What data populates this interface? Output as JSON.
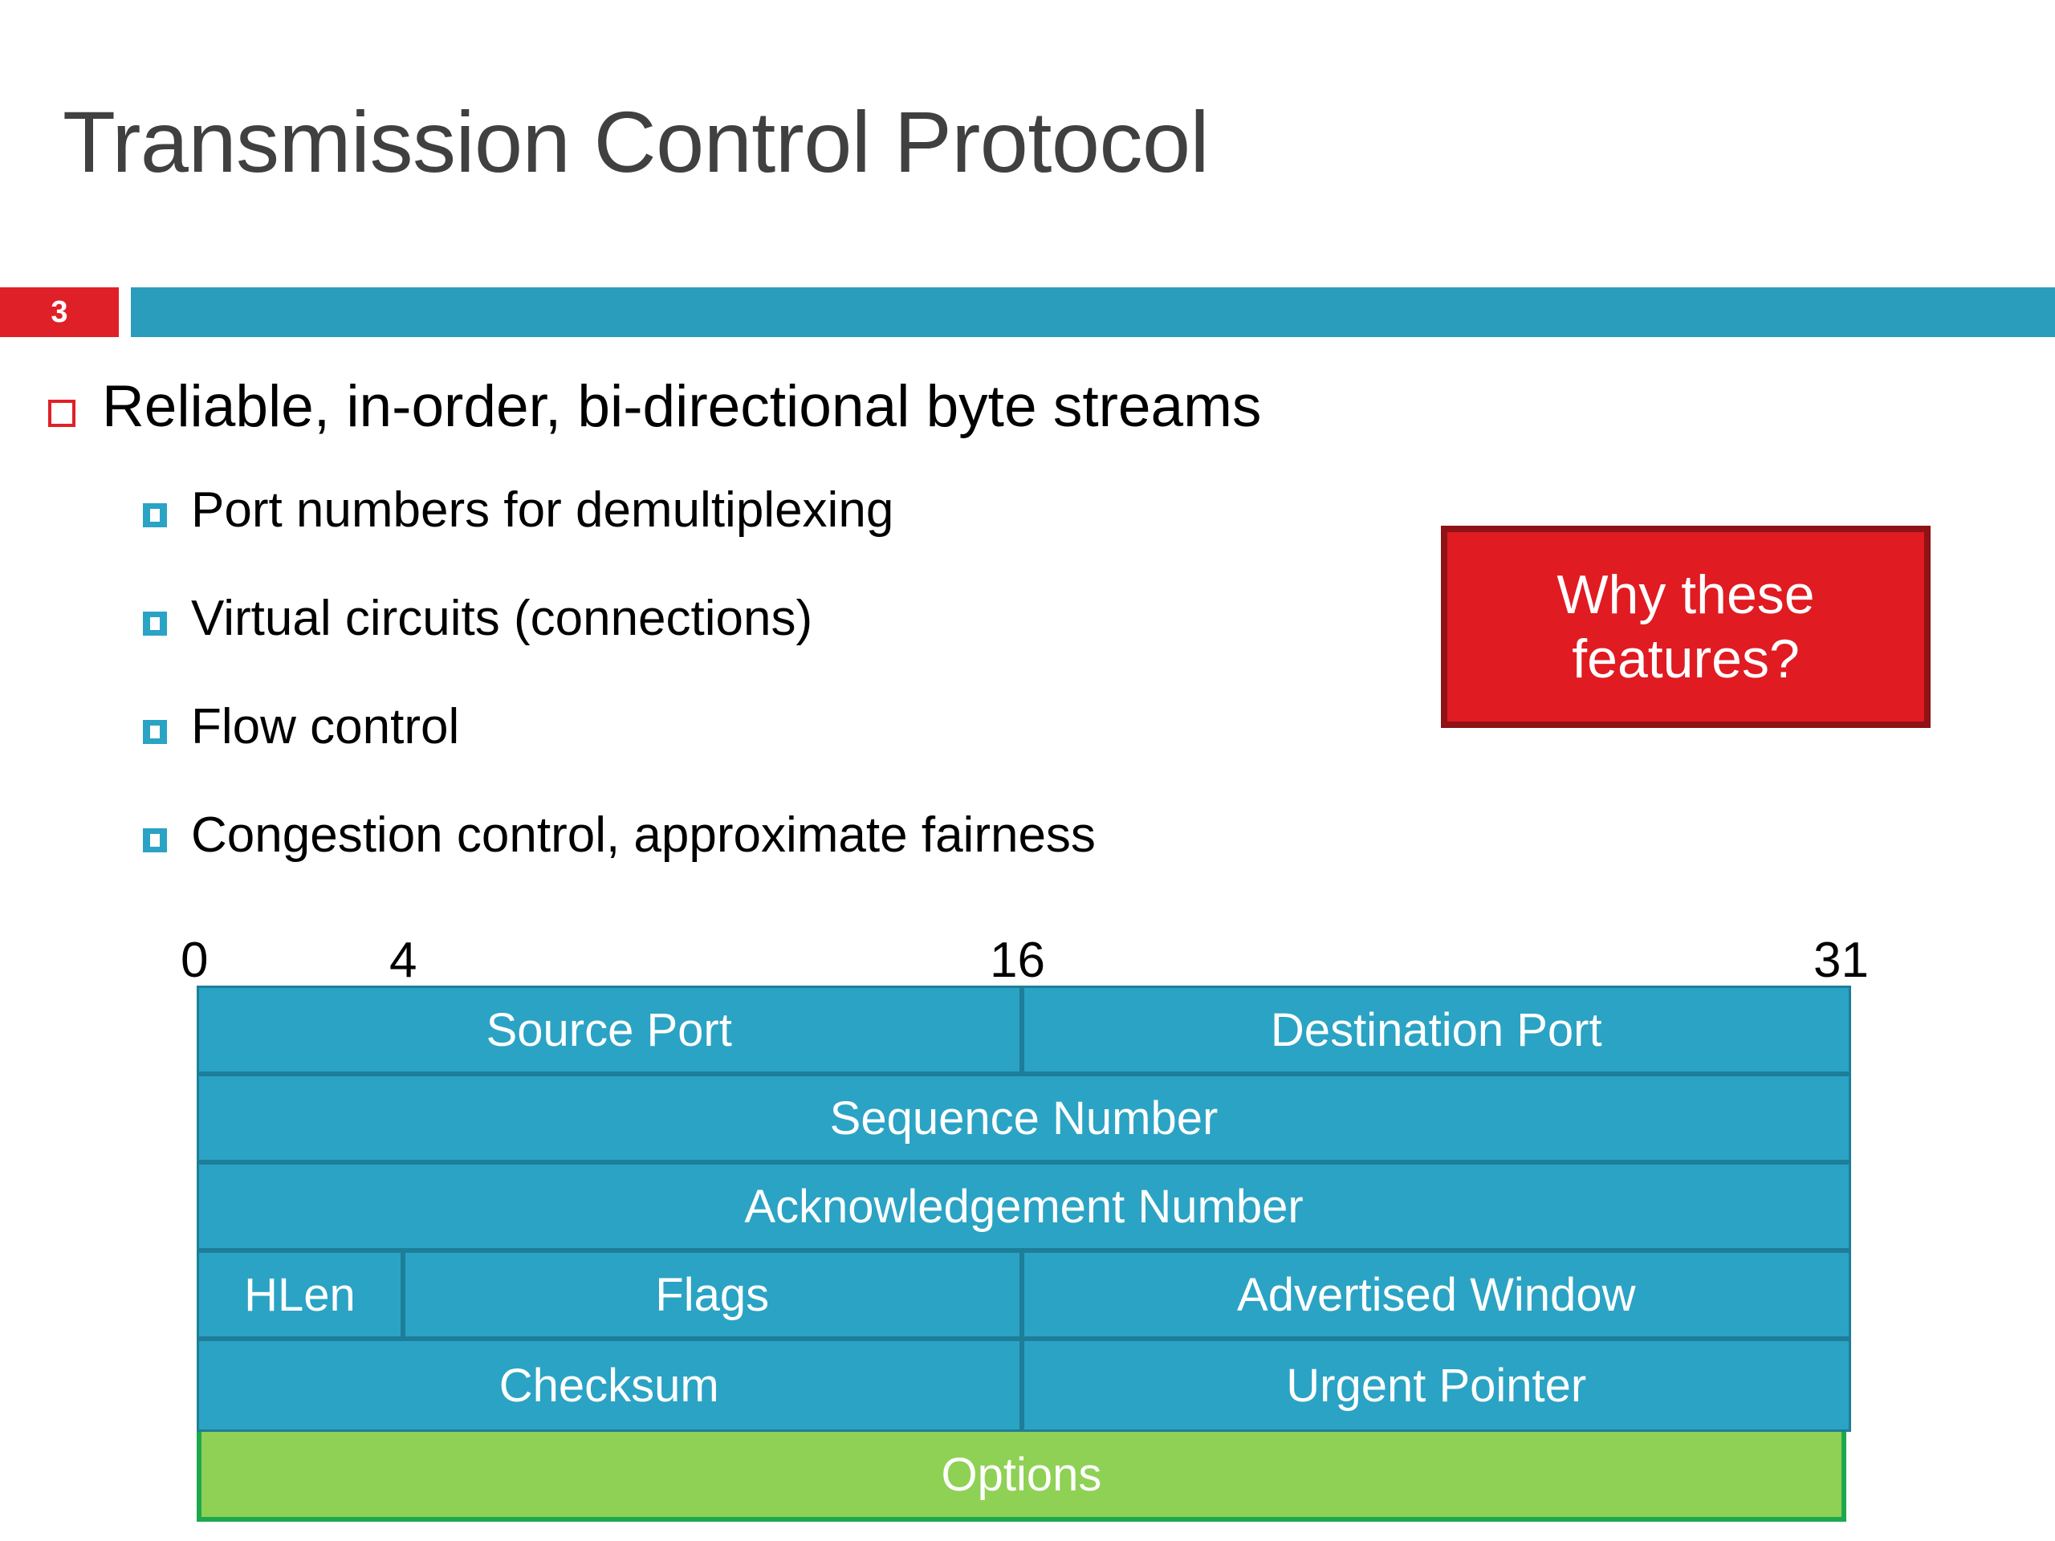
{
  "slide": {
    "title": "Transmission Control Protocol",
    "number": "3",
    "accent_teal": "#2A9DBC",
    "accent_red": "#E02028",
    "accent_green": "#8FD155"
  },
  "bullets": {
    "level1": "Reliable, in-order, bi-directional byte streams",
    "level2": [
      "Port numbers for demultiplexing",
      "Virtual circuits (connections)",
      "Flow control",
      "Congestion control, approximate fairness"
    ]
  },
  "callout": {
    "line1": "Why these",
    "line2": "features?",
    "fill": "#E01B22",
    "border": "#8F1216"
  },
  "header_diagram": {
    "ruler": [
      "0",
      "4",
      "16",
      "31"
    ],
    "rows": [
      {
        "cells": [
          "Source Port",
          "Destination Port"
        ]
      },
      {
        "cells": [
          "Sequence Number"
        ]
      },
      {
        "cells": [
          "Acknowledgement Number"
        ]
      },
      {
        "cells": [
          "HLen",
          "Flags",
          "Advertised Window"
        ]
      },
      {
        "cells": [
          "Checksum",
          "Urgent Pointer"
        ]
      },
      {
        "cells": [
          "Options"
        ]
      }
    ],
    "field_labels": {
      "source_port": "Source Port",
      "destination_port": "Destination Port",
      "sequence_number": "Sequence Number",
      "acknowledgement_number": "Acknowledgement Number",
      "hlen": "HLen",
      "flags": "Flags",
      "advertised_window": "Advertised Window",
      "checksum": "Checksum",
      "urgent_pointer": "Urgent Pointer",
      "options": "Options"
    }
  }
}
